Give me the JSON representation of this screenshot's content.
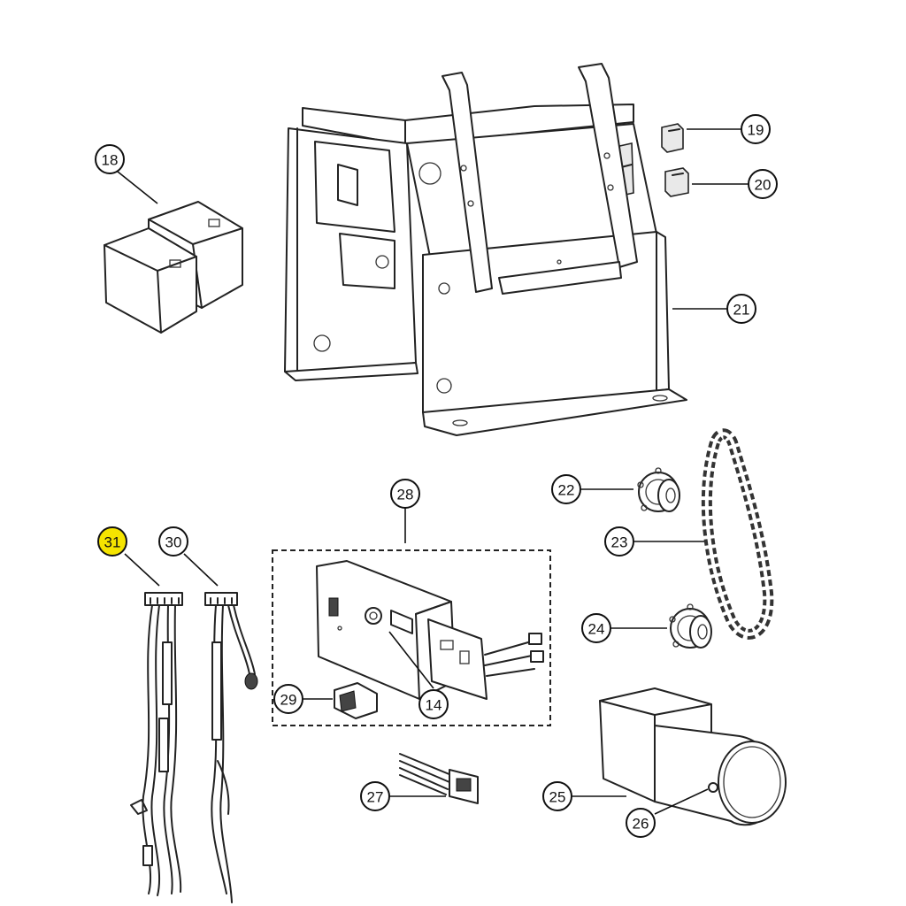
{
  "diagram": {
    "highlight_color": "#f5e400",
    "line_color": "#222222",
    "callouts": [
      {
        "id": "c18",
        "label": "18",
        "highlighted": false
      },
      {
        "id": "c19",
        "label": "19",
        "highlighted": false
      },
      {
        "id": "c20",
        "label": "20",
        "highlighted": false
      },
      {
        "id": "c21",
        "label": "21",
        "highlighted": false
      },
      {
        "id": "c22",
        "label": "22",
        "highlighted": false
      },
      {
        "id": "c23",
        "label": "23",
        "highlighted": false
      },
      {
        "id": "c24",
        "label": "24",
        "highlighted": false
      },
      {
        "id": "c28",
        "label": "28",
        "highlighted": false
      },
      {
        "id": "c31",
        "label": "31",
        "highlighted": true
      },
      {
        "id": "c30",
        "label": "30",
        "highlighted": false
      },
      {
        "id": "c14",
        "label": "14",
        "highlighted": false
      },
      {
        "id": "c29",
        "label": "29",
        "highlighted": false
      },
      {
        "id": "c27",
        "label": "27",
        "highlighted": false
      },
      {
        "id": "c25",
        "label": "25",
        "highlighted": false
      },
      {
        "id": "c26",
        "label": "26",
        "highlighted": false
      }
    ]
  }
}
